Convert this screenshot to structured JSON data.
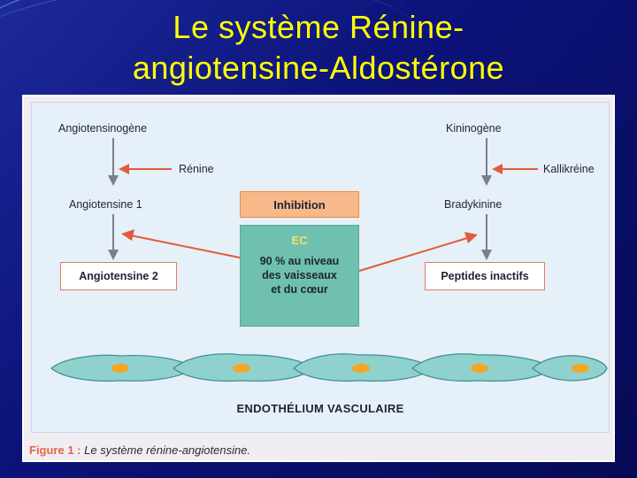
{
  "slide": {
    "title_line1": "Le système Rénine-",
    "title_line2": "angiotensine-Aldostérone"
  },
  "figure": {
    "left": {
      "precursor": "Angiotensinogène",
      "enzyme": "Rénine",
      "intermediate": "Angiotensine 1",
      "product": "Angiotensine 2"
    },
    "right": {
      "precursor": "Kininogène",
      "enzyme": "Kallikréine",
      "intermediate": "Bradykinine",
      "product": "Peptides inactifs"
    },
    "center": {
      "inhibition": "Inhibition",
      "ec_label": "EC",
      "ec_text": "90 % au niveau\ndes vaisseaux\net du cœur"
    },
    "endothelium_label": "ENDOTHÉLIUM VASCULAIRE",
    "caption_number": "Figure 1 :",
    "caption_text": "Le système rénine-angiotensine."
  },
  "colors": {
    "slide_background": "#0c137a",
    "title": "#ffff00",
    "arrow_red": "#e25b3c",
    "box_border_red": "#e07a5f",
    "inhibition_fill": "#f7b88a",
    "ec_fill": "#6fc0ae",
    "cell_fill": "#8fd1cd",
    "nucleus_fill": "#f5a623"
  }
}
